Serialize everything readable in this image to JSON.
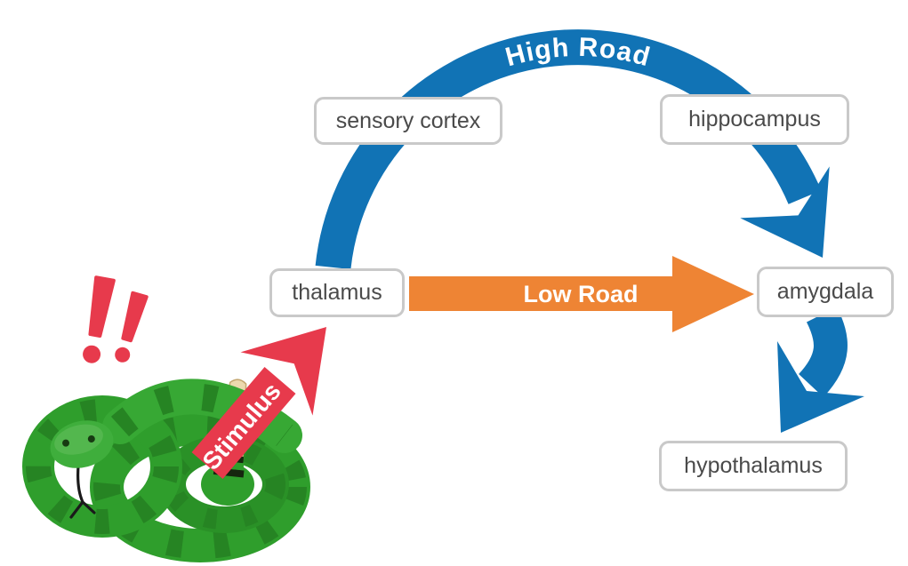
{
  "diagram": {
    "nodes": {
      "sensory_cortex": {
        "label": "sensory cortex"
      },
      "hippocampus": {
        "label": "hippocampus"
      },
      "thalamus": {
        "label": "thalamus"
      },
      "amygdala": {
        "label": "amygdala"
      },
      "hypothalamus": {
        "label": "hypothalamus"
      }
    },
    "arrows": {
      "high_road": {
        "label": "High Road",
        "color": "#1173b5",
        "route": "thalamus via sensory cortex and hippocampus to amygdala"
      },
      "low_road": {
        "label": "Low Road",
        "color": "#ee8434",
        "route": "thalamus to amygdala"
      },
      "stimulus": {
        "label": "Stimulus",
        "color": "#e73a4c",
        "route": "snake to thalamus"
      },
      "amygdala_output": {
        "color": "#1173b5",
        "route": "amygdala to hypothalamus"
      }
    },
    "illustration": {
      "name": "snake-icon",
      "alert_symbol": "!!",
      "alert_color": "#e73a4c",
      "body_color": "#2f9e2c",
      "body_color_light": "#37a834",
      "marking_color": "#268423",
      "head_color": "#3fae3c",
      "rattle_color": "#ecd9ae",
      "rattle_line_color": "#b89a66",
      "band_dark_color": "#16260f"
    },
    "palette": {
      "background": "#ffffff",
      "node_border": "#c9c9c9",
      "node_text": "#4a4a4a",
      "arrow_label_text": "#ffffff"
    }
  }
}
